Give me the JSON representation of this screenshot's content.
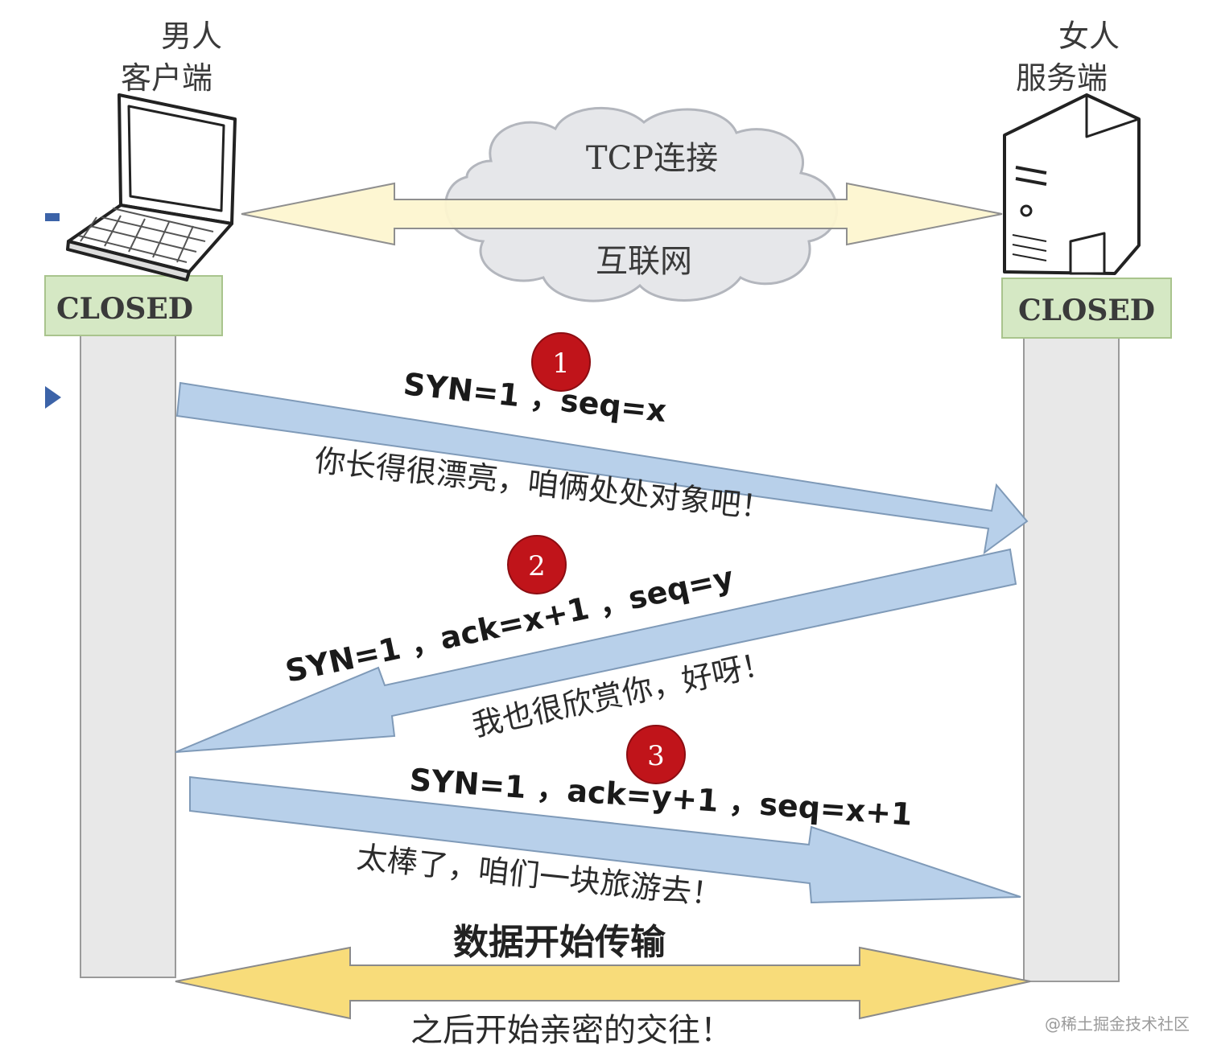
{
  "client": {
    "line1": "男人",
    "line2": "客户端",
    "state": "CLOSED"
  },
  "server": {
    "line1": "女人",
    "line2": "服务端",
    "state": "CLOSED"
  },
  "cloud": {
    "top_label": "TCP连接",
    "bottom_label": "互联网"
  },
  "steps": [
    {
      "number": "1",
      "message": "SYN=1  ，seq=x",
      "caption": "你长得很漂亮，咱俩处处对象吧！"
    },
    {
      "number": "2",
      "message": "SYN=1  ，ack=x+1  ，seq=y",
      "caption": "我也很欣赏你，好呀！"
    },
    {
      "number": "3",
      "message": "SYN=1  ，ack=y+1  ，seq=x+1",
      "caption": "太棒了，咱们一块旅游去！"
    }
  ],
  "data_transfer": {
    "top_label": "数据开始传输",
    "bottom_label": "之后开始亲密的交往！"
  },
  "watermark": "@稀土掘金技术社区",
  "colors": {
    "state_box": "#d5e8c4",
    "lifeline": "#e8e8e8",
    "message_arrow": "#b8d0ea",
    "connection_arrow": "#fdf6d0",
    "data_arrow": "#f8dc7a",
    "step_badge": "#c0141a",
    "cloud": "#e6e7ea"
  }
}
